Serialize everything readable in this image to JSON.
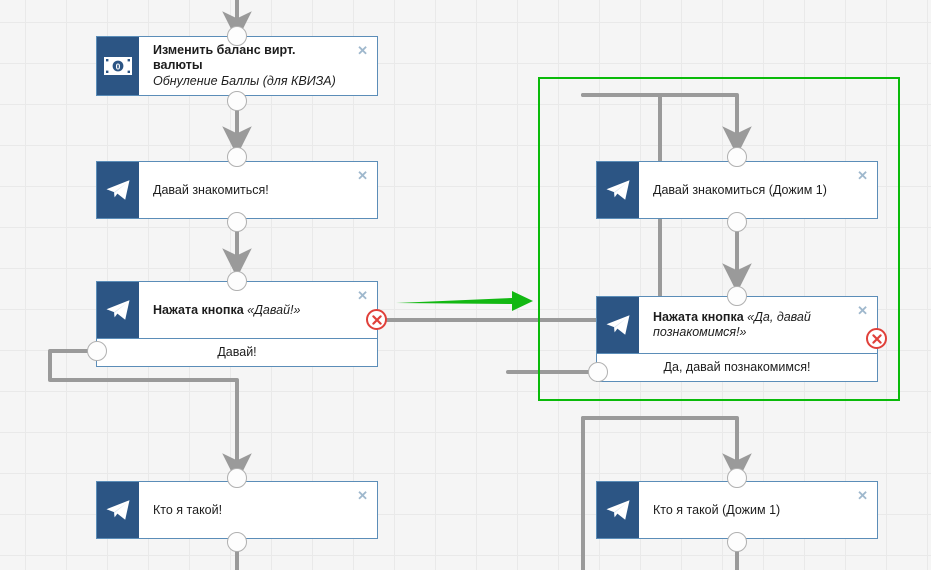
{
  "canvas": {
    "background": "#f5f5f5",
    "grid_color": "#e9e9e9",
    "grid_size": 41
  },
  "colors": {
    "node_border": "#5b8db8",
    "node_icon_bg": "#2c5584",
    "wire": "#9a9a9a",
    "error_red": "#e0403a",
    "highlight_green": "#0aba0a",
    "arrow_green": "#12b812",
    "close_x": "#9fb8cd"
  },
  "nodes": [
    {
      "id": "balance",
      "name": "change-virtual-currency-balance-node",
      "icon": "banknote-icon",
      "icon_label": "0",
      "title": "Изменить баланс вирт. валюты",
      "subtitle": "Обнуление Баллы (для КВИЗА)",
      "close_label": "✕"
    },
    {
      "id": "lets-meet",
      "name": "lets-get-acquainted-node",
      "icon": "telegram-icon",
      "title": "Давай знакомиться!",
      "close_label": "✕"
    },
    {
      "id": "button-pressed",
      "name": "button-pressed-davay-node",
      "icon": "telegram-icon",
      "title_prefix": "Нажата кнопка ",
      "title_arg": "«Давай!»",
      "answer": "Давай!",
      "close_label": "✕",
      "has_error": true
    },
    {
      "id": "who-am-i",
      "name": "who-am-i-node",
      "icon": "telegram-icon",
      "title": "Кто я такой!",
      "close_label": "✕"
    },
    {
      "id": "lets-meet-push1",
      "name": "lets-get-acquainted-push1-node",
      "icon": "telegram-icon",
      "title": "Давай знакомиться (Дожим 1)",
      "close_label": "✕"
    },
    {
      "id": "button-pressed-yes",
      "name": "button-pressed-yes-lets-meet-node",
      "icon": "telegram-icon",
      "title_prefix": "Нажата кнопка ",
      "title_arg": "«Да, давай познакомимся!»",
      "answer": "Да, давай познакомимся!",
      "close_label": "✕",
      "has_error": true
    },
    {
      "id": "who-am-i-push1",
      "name": "who-am-i-push1-node",
      "icon": "telegram-icon",
      "title": "Кто я такой (Дожим 1)",
      "close_label": "✕"
    }
  ],
  "annotations": {
    "green_arrow": {
      "name": "green-pointer-arrow",
      "direction": "right"
    },
    "green_group": {
      "name": "highlighted-branch-group"
    }
  }
}
